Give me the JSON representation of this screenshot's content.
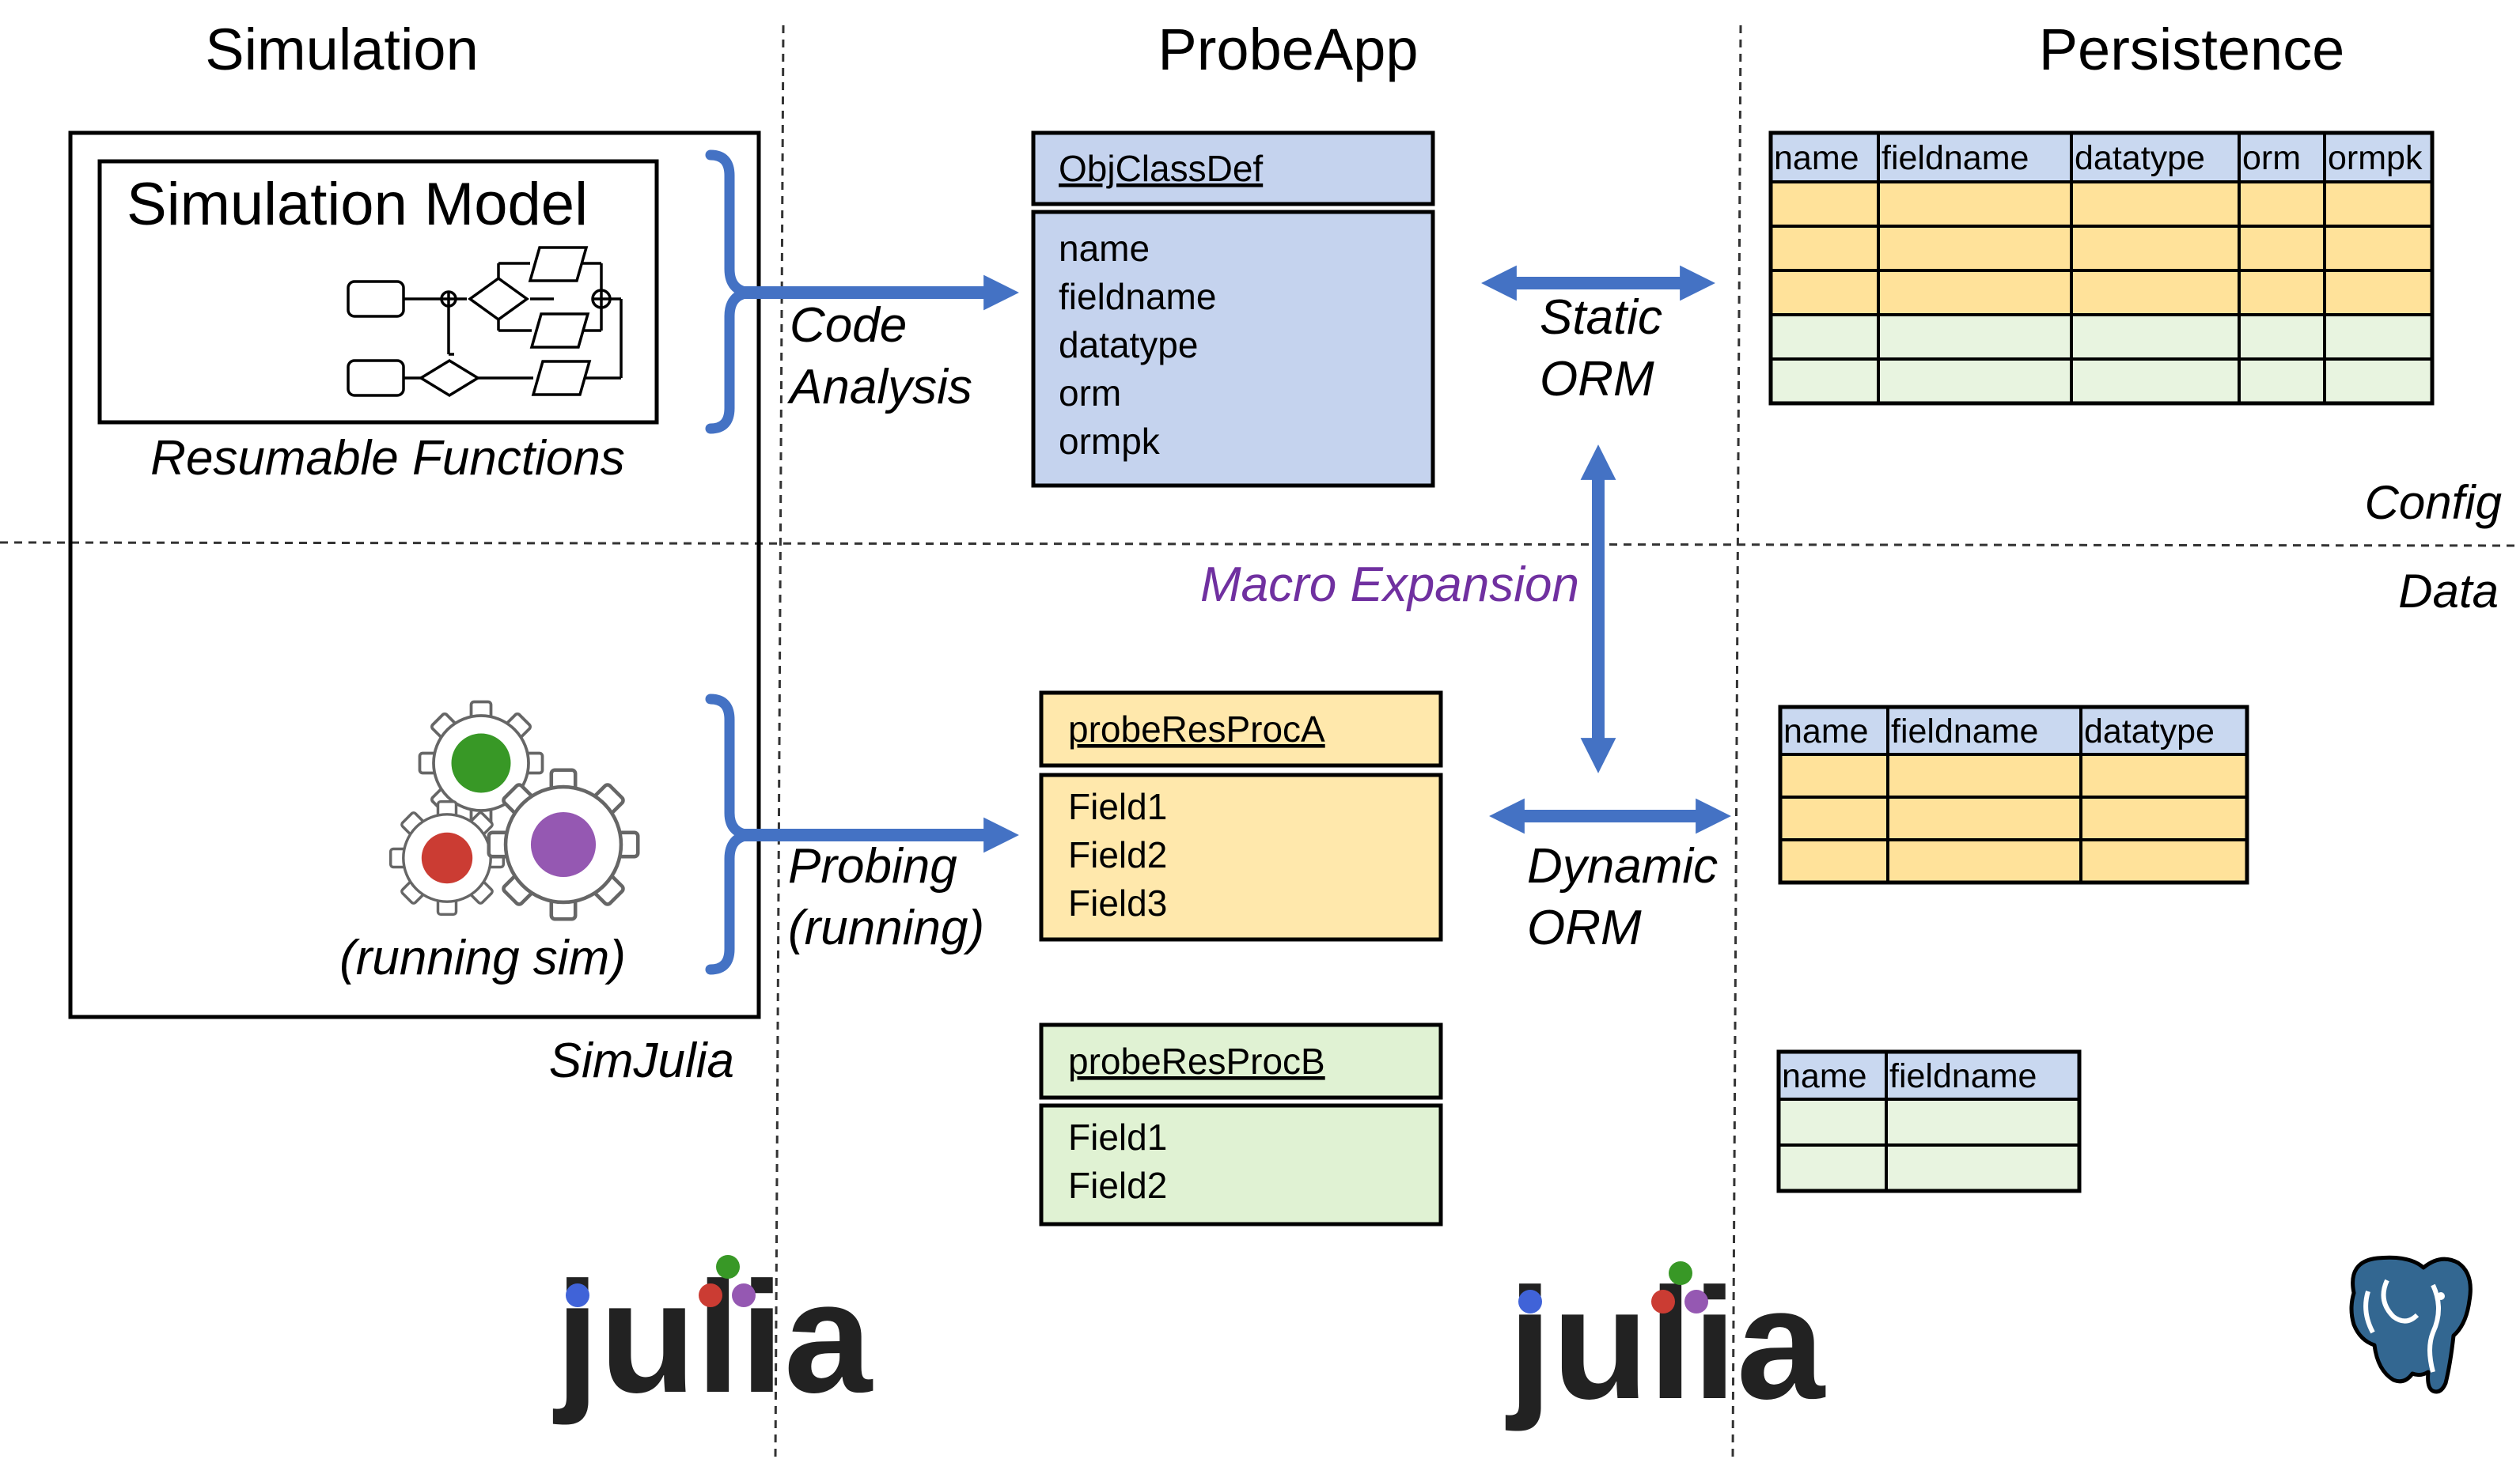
{
  "columns": {
    "simulation": "Simulation",
    "probeapp": "ProbeApp",
    "persistence": "Persistence"
  },
  "rows": {
    "config": "Config",
    "data": "Data"
  },
  "simulation": {
    "model_title": "Simulation Model",
    "resumable": "Resumable Functions",
    "running": "(running sim)",
    "framework": "SimJulia"
  },
  "arrows": {
    "code_analysis": [
      "Code",
      "Analysis"
    ],
    "probing": [
      "Probing",
      "(running)"
    ],
    "static_orm": [
      "Static",
      "ORM"
    ],
    "dynamic_orm": [
      "Dynamic",
      "ORM"
    ],
    "macro_expansion": "Macro Expansion"
  },
  "classes": {
    "objclassdef": {
      "name": "ObjClassDef",
      "fields": [
        "name",
        "fieldname",
        "datatype",
        "orm",
        "ormpk"
      ]
    },
    "probeA": {
      "name": "probeResProcA",
      "fields": [
        "Field1",
        "Field2",
        "Field3"
      ]
    },
    "probeB": {
      "name": "probeResProcB",
      "fields": [
        "Field1",
        "Field2"
      ]
    }
  },
  "tables": {
    "config": {
      "headers": [
        "name",
        "fieldname",
        "datatype",
        "orm",
        "ormpk"
      ]
    },
    "dataA": {
      "headers": [
        "name",
        "fieldname",
        "datatype"
      ]
    },
    "dataB": {
      "headers": [
        "name",
        "fieldname"
      ]
    }
  },
  "logos": {
    "julia": "julia"
  },
  "icons": [
    "gear-icon",
    "julia-logo",
    "postgresql-elephant-icon"
  ],
  "colors": {
    "arrow": "#4472C4",
    "class_blue": "#C5D3EE",
    "class_yellow": "#FFE8AC",
    "class_green": "#E0F2D3",
    "header_blue": "#C9D8F0",
    "row_yellow": "#FFE29A",
    "row_green": "#E8F4E0",
    "macro": "#7030A0",
    "julia_blue": "#4063D8",
    "julia_green": "#389826",
    "julia_red": "#CB3C33",
    "julia_purple": "#9558B2",
    "postgres": "#336791"
  }
}
